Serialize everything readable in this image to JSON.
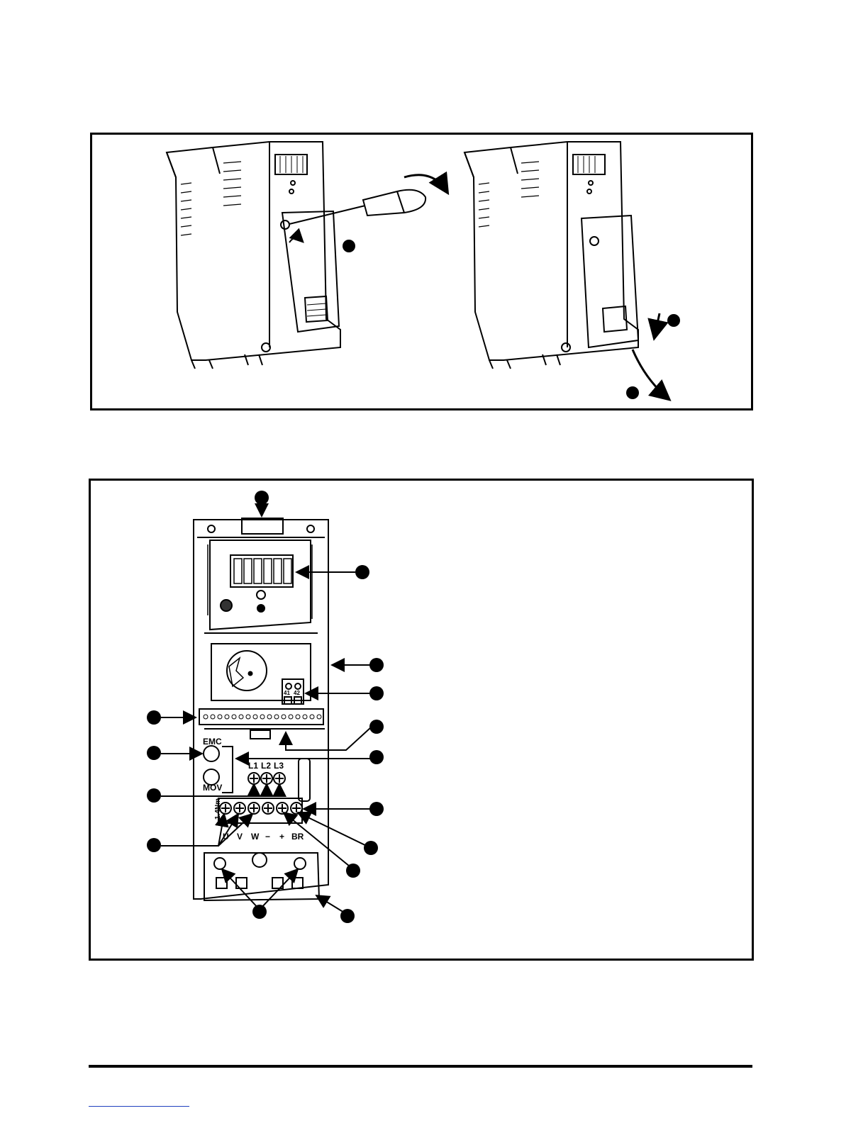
{
  "figure_1": {
    "description_hidden": "",
    "callout_count": 3
  },
  "figure_2": {
    "supply_terminals": [
      "L1",
      "L2",
      "L3"
    ],
    "output_terminals": [
      "U",
      "V",
      "W",
      "−",
      "+",
      "BR"
    ],
    "control_terminals": [
      "41",
      "42"
    ],
    "labels": {
      "emc": "EMC",
      "mov": "MOV",
      "torque": "1.4Nm"
    },
    "callout_count": 15
  },
  "colors": {
    "line": "#000000",
    "background": "#ffffff",
    "link": "#1f3fbf"
  }
}
